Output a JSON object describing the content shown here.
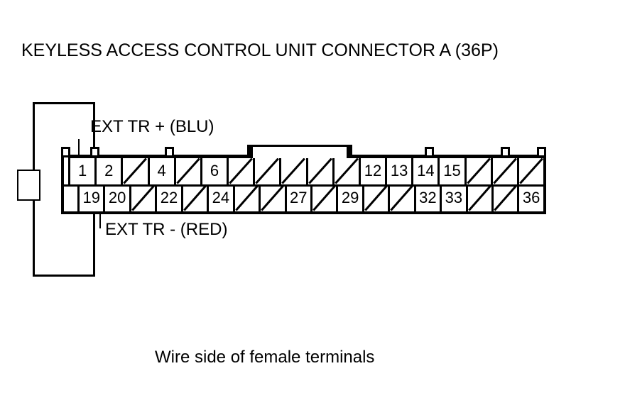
{
  "title": "KEYLESS ACCESS CONTROL UNIT CONNECTOR A (36P)",
  "caption": "Wire side of female terminals",
  "labels": {
    "positive": "EXT TR +  (BLU)",
    "negative": "EXT TR -  (RED)"
  },
  "connector": {
    "name": "KEYLESS ACCESS CONTROL UNIT CONNECTOR A",
    "pin_count": "36P",
    "top_row": [
      {
        "label": "1",
        "unused": false
      },
      {
        "label": "2",
        "unused": false
      },
      {
        "label": "",
        "unused": true
      },
      {
        "label": "4",
        "unused": false
      },
      {
        "label": "",
        "unused": true
      },
      {
        "label": "6",
        "unused": false
      },
      {
        "label": "",
        "unused": true
      },
      {
        "label": "",
        "unused": true
      },
      {
        "label": "",
        "unused": true
      },
      {
        "label": "",
        "unused": true
      },
      {
        "label": "",
        "unused": true
      },
      {
        "label": "12",
        "unused": false
      },
      {
        "label": "13",
        "unused": false
      },
      {
        "label": "14",
        "unused": false
      },
      {
        "label": "15",
        "unused": false
      },
      {
        "label": "",
        "unused": true
      },
      {
        "label": "",
        "unused": true
      },
      {
        "label": "",
        "unused": true
      }
    ],
    "bottom_row": [
      {
        "label": "",
        "unused": false,
        "half": true
      },
      {
        "label": "19",
        "unused": false
      },
      {
        "label": "20",
        "unused": false
      },
      {
        "label": "",
        "unused": true
      },
      {
        "label": "22",
        "unused": false
      },
      {
        "label": "",
        "unused": true
      },
      {
        "label": "24",
        "unused": false
      },
      {
        "label": "",
        "unused": true
      },
      {
        "label": "",
        "unused": true
      },
      {
        "label": "27",
        "unused": false
      },
      {
        "label": "",
        "unused": true
      },
      {
        "label": "29",
        "unused": false
      },
      {
        "label": "",
        "unused": true
      },
      {
        "label": "",
        "unused": true
      },
      {
        "label": "32",
        "unused": false
      },
      {
        "label": "33",
        "unused": false
      },
      {
        "label": "",
        "unused": true
      },
      {
        "label": "",
        "unused": true
      },
      {
        "label": "36",
        "unused": false
      }
    ]
  },
  "colors": {
    "line": "#000000",
    "background": "#ffffff"
  }
}
